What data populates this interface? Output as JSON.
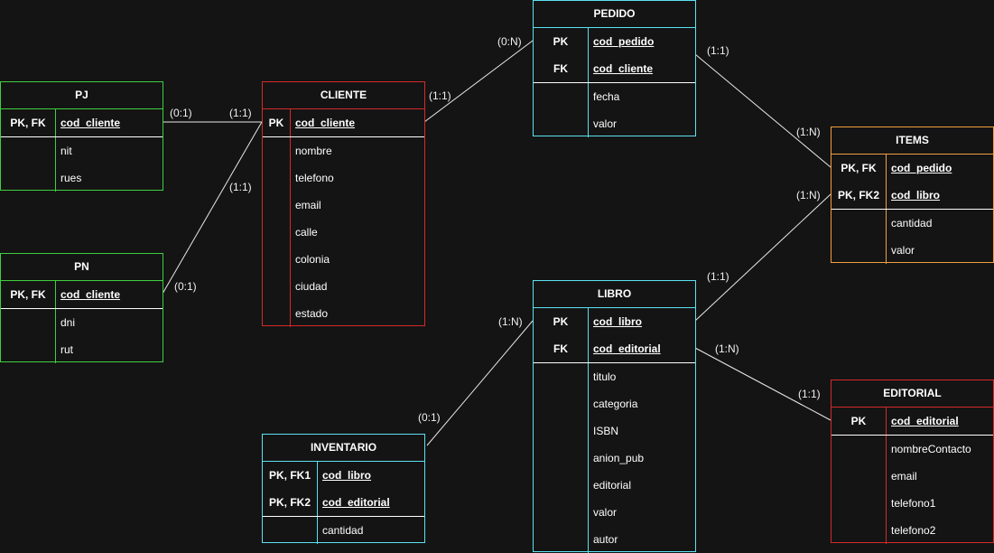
{
  "colors": {
    "background": "#141414",
    "line": "#e8e8e8",
    "green": "#3ecf3e",
    "red": "#d42a2a",
    "cyan": "#5ce1f0",
    "orange": "#f0a040"
  },
  "entities": {
    "pj": {
      "title": "PJ",
      "color": "green",
      "keys": [
        {
          "key": "PK, FK",
          "field": "cod_cliente"
        }
      ],
      "fields": [
        "nit",
        "rues"
      ]
    },
    "pn": {
      "title": "PN",
      "color": "green",
      "keys": [
        {
          "key": "PK, FK",
          "field": "cod_cliente"
        }
      ],
      "fields": [
        "dni",
        "rut"
      ]
    },
    "cliente": {
      "title": "CLIENTE",
      "color": "red",
      "keys": [
        {
          "key": "PK",
          "field": "cod_cliente"
        }
      ],
      "fields": [
        "nombre",
        "telefono",
        "email",
        "calle",
        "colonia",
        "ciudad",
        "estado"
      ]
    },
    "pedido": {
      "title": "PEDIDO",
      "color": "cyan",
      "keys": [
        {
          "key": "PK",
          "field": "cod_pedido"
        },
        {
          "key": "FK",
          "field": "cod_cliente"
        }
      ],
      "fields": [
        "fecha",
        "valor"
      ]
    },
    "items": {
      "title": "ITEMS",
      "color": "orange",
      "keys": [
        {
          "key": "PK, FK",
          "field": "cod_pedido"
        },
        {
          "key": "PK, FK2",
          "field": "cod_libro"
        }
      ],
      "fields": [
        "cantidad",
        "valor"
      ]
    },
    "libro": {
      "title": "LIBRO",
      "color": "cyan",
      "keys": [
        {
          "key": "PK",
          "field": "cod_libro"
        },
        {
          "key": "FK",
          "field": "cod_editorial"
        }
      ],
      "fields": [
        "titulo",
        "categoria",
        "ISBN",
        "anion_pub",
        "editorial",
        "valor",
        "autor"
      ]
    },
    "inventario": {
      "title": "INVENTARIO",
      "color": "cyan",
      "keys": [
        {
          "key": "PK, FK1",
          "field": "cod_libro"
        },
        {
          "key": "PK, FK2",
          "field": "cod_editorial"
        }
      ],
      "fields": [
        "cantidad"
      ]
    },
    "editorial": {
      "title": "EDITORIAL",
      "color": "red",
      "keys": [
        {
          "key": "PK",
          "field": "cod_editorial"
        }
      ],
      "fields": [
        "nombreContacto",
        "email",
        "telefono1",
        "telefono2"
      ]
    }
  },
  "relationships": [
    {
      "from": "pj",
      "to": "cliente",
      "from_card": "(0:1)",
      "to_card": "(1:1)"
    },
    {
      "from": "pn",
      "to": "cliente",
      "from_card": "(0:1)",
      "to_card": "(1:1)"
    },
    {
      "from": "cliente",
      "to": "pedido",
      "from_card": "(1:1)",
      "to_card": "(0:N)"
    },
    {
      "from": "pedido",
      "to": "items",
      "from_card": "(1:1)",
      "to_card": "(1:N)"
    },
    {
      "from": "libro",
      "to": "items",
      "from_card": "(1:1)",
      "to_card": "(1:N)"
    },
    {
      "from": "inventario",
      "to": "libro",
      "from_card": "(0:1)",
      "to_card": "(1:N)"
    },
    {
      "from": "libro",
      "to": "editorial",
      "from_card": "(1:N)",
      "to_card": "(1:1)"
    }
  ]
}
